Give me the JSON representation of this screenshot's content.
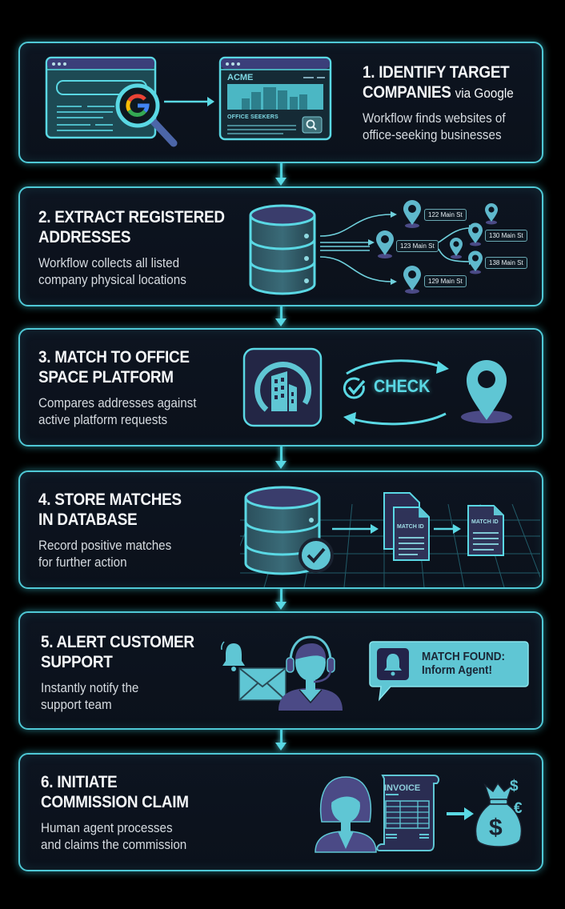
{
  "colors": {
    "background": "#000000",
    "card_bg": "#0d1420",
    "card_border": "#4fc9d6",
    "accent_cyan": "#4fd0dc",
    "icon_fill": "#5fc6d4",
    "icon_purple": "#4b4a86",
    "heading_text": "#f4f6f8",
    "body_text": "#d6dbe0"
  },
  "steps": [
    {
      "number": "1",
      "title_line1": "1. IDENTIFY TARGET",
      "title_line2": "COMPANIES",
      "title_suffix": "via Google",
      "desc_line1": "Workflow finds websites of",
      "desc_line2": "office-seeking businesses",
      "illustration": {
        "search_window_icon": "browser-window-icon",
        "search_engine_icon": "google-g-icon",
        "magnifier_icon": "magnifier-icon",
        "result_site": {
          "brand": "ACME",
          "section_label": "OFFICE SEEKERS",
          "search_button_icon": "search-icon"
        }
      }
    },
    {
      "number": "2",
      "title_line1": "2. EXTRACT REGISTERED",
      "title_line2": "ADDRESSES",
      "desc_line1": "Workflow collects all listed",
      "desc_line2": "company physical locations",
      "illustration": {
        "database_icon": "database-icon",
        "addresses": [
          "122 Main St",
          "123 Main St",
          "130 Main St",
          "138 Main St",
          "129 Main St"
        ]
      }
    },
    {
      "number": "3",
      "title_line1": "3. MATCH TO OFFICE",
      "title_line2": "SPACE PLATFORM",
      "desc_line1": "Compares addresses against",
      "desc_line2": "active platform requests",
      "illustration": {
        "platform_icon": "office-building-app-icon",
        "check_label": "CHECK",
        "location_icon": "location-pin-icon"
      }
    },
    {
      "number": "4",
      "title_line1": "4. STORE MATCHES",
      "title_line2": "IN DATABASE",
      "desc_line1": "Record positive matches",
      "desc_line2": "for further action",
      "illustration": {
        "database_icon": "database-check-icon",
        "record_label_1": "MATCH ID",
        "record_label_2": "MATCH ID"
      }
    },
    {
      "number": "5",
      "title_line1": "5. ALERT CUSTOMER",
      "title_line2": "SUPPORT",
      "desc_line1": "Instantly notify the",
      "desc_line2": "support team",
      "illustration": {
        "bell_icon": "bell-icon",
        "mail_icon": "envelope-icon",
        "agent_icon": "support-agent-headset-icon",
        "notification_line1": "MATCH FOUND:",
        "notification_line2": "Inform Agent!"
      }
    },
    {
      "number": "6",
      "title_line1": "6. INITIATE",
      "title_line2": "COMMISSION CLAIM",
      "desc_line1": "Human agent processes",
      "desc_line2": "and claims the commission",
      "illustration": {
        "agent_icon": "woman-agent-icon",
        "invoice_label": "INVOICE",
        "money_bag_icon": "money-bag-icon",
        "currency_symbols": [
          "$",
          "€"
        ],
        "bag_symbol": "$"
      }
    }
  ]
}
